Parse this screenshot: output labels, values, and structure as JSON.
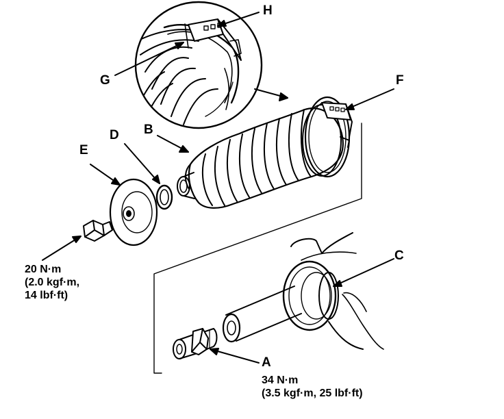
{
  "callouts": {
    "a": "A",
    "b": "B",
    "c": "C",
    "d": "D",
    "e": "E",
    "f": "F",
    "g": "G",
    "h": "H"
  },
  "torque_bolt": {
    "line1": "20 N·m",
    "line2": "(2.0 kgf·m,",
    "line3": "14 lbf·ft)"
  },
  "torque_a": {
    "line1": "34 N·m",
    "line2": "(3.5 kgf·m, 25 lbf·ft)"
  },
  "colors": {
    "ink": "#000000",
    "paper": "#ffffff"
  }
}
